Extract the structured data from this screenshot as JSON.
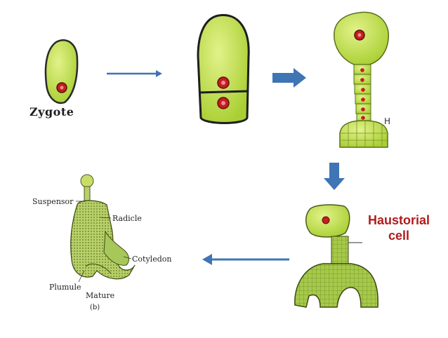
{
  "labels": {
    "zygote": "Zygote",
    "h_fragment": "H",
    "haustorial_line1": "Haustorial",
    "haustorial_line2": "cell",
    "suspensor": "Suspensor",
    "radicle": "Radicle",
    "cotyledon": "Cotyledon",
    "plumule": "Plumule",
    "mature": "Mature",
    "figure_tag": "(b)"
  },
  "colors": {
    "cell_fill": "#b8dd3a",
    "cell_stroke": "#2a2a2a",
    "nucleus": "#c41e1e",
    "arrow": "#3f74b5",
    "haustorial_text": "#b01c1c",
    "tissue": "#8aa83a"
  }
}
